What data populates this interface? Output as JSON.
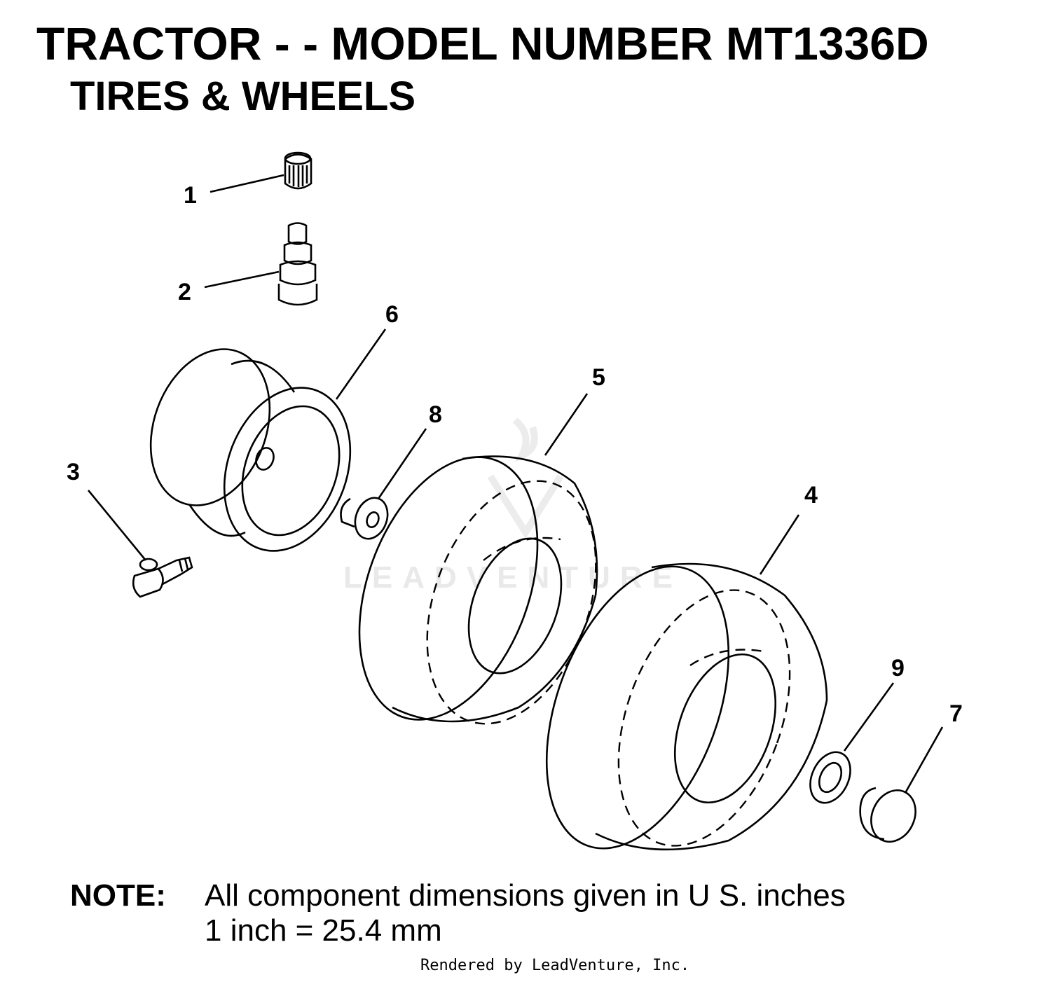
{
  "title": "TRACTOR - - MODEL NUMBER MT1336D",
  "subtitle": "TIRES & WHEELS",
  "callouts": [
    "1",
    "2",
    "3",
    "4",
    "5",
    "6",
    "7",
    "8",
    "9"
  ],
  "note": {
    "label": "NOTE:",
    "line1": "All component dimensions given in U  S. inches",
    "line2": "1 inch = 25.4 mm"
  },
  "watermark": "LEADVENTURE",
  "footer": "Rendered by LeadVenture, Inc."
}
